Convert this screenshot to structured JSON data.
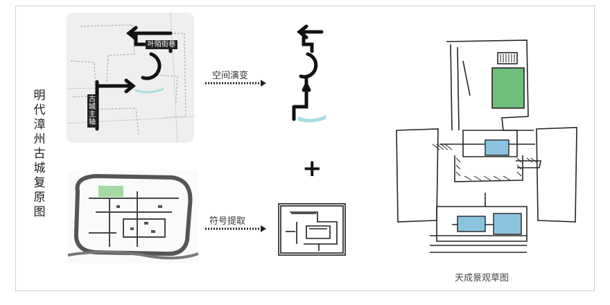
{
  "side_title": "明代漳州古城复原图",
  "map_labels": {
    "street": "叶陌街巷",
    "axis": "古城主轴"
  },
  "arrows": {
    "top": "空间演变",
    "bottom": "符号提取"
  },
  "plus_sign": "+",
  "caption": "天成景观草图",
  "colors": {
    "ink": "#1a1a1a",
    "water": "#a8dde0",
    "green": "#6fbf7a",
    "blue": "#8cc4e0"
  }
}
